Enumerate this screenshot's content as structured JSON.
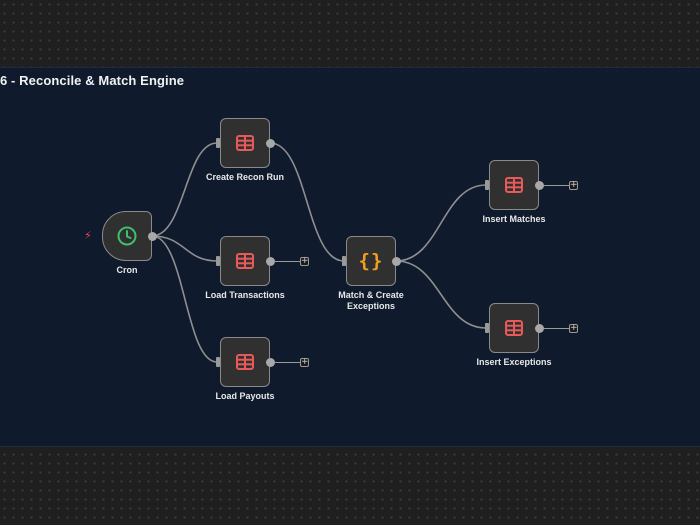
{
  "workflow": {
    "title": "6 - Reconcile & Match Engine"
  },
  "nodes": {
    "cron": {
      "label": "Cron",
      "icon": "clock-icon",
      "color": "#3fbf6a"
    },
    "create_recon_run": {
      "label": "Create Recon Run",
      "icon": "table-icon",
      "color": "#e85a5a"
    },
    "load_transactions": {
      "label": "Load Transactions",
      "icon": "table-icon",
      "color": "#e85a5a"
    },
    "load_payouts": {
      "label": "Load Payouts",
      "icon": "table-icon",
      "color": "#e85a5a"
    },
    "match_create_exceptions": {
      "label_line1": "Match & Create",
      "label_line2": "Exceptions",
      "icon": "code-braces-icon",
      "glyph": "{}",
      "color": "#f0a020"
    },
    "insert_matches": {
      "label": "Insert Matches",
      "icon": "table-icon",
      "color": "#e85a5a"
    },
    "insert_exceptions": {
      "label": "Insert Exceptions",
      "icon": "table-icon",
      "color": "#e85a5a"
    }
  },
  "controls": {
    "add_symbol": "+",
    "trigger_symbol": "⚡"
  },
  "colors": {
    "canvas": "#0f1a2c",
    "edge": "#8f8f8f",
    "node_bg": "#303030"
  }
}
